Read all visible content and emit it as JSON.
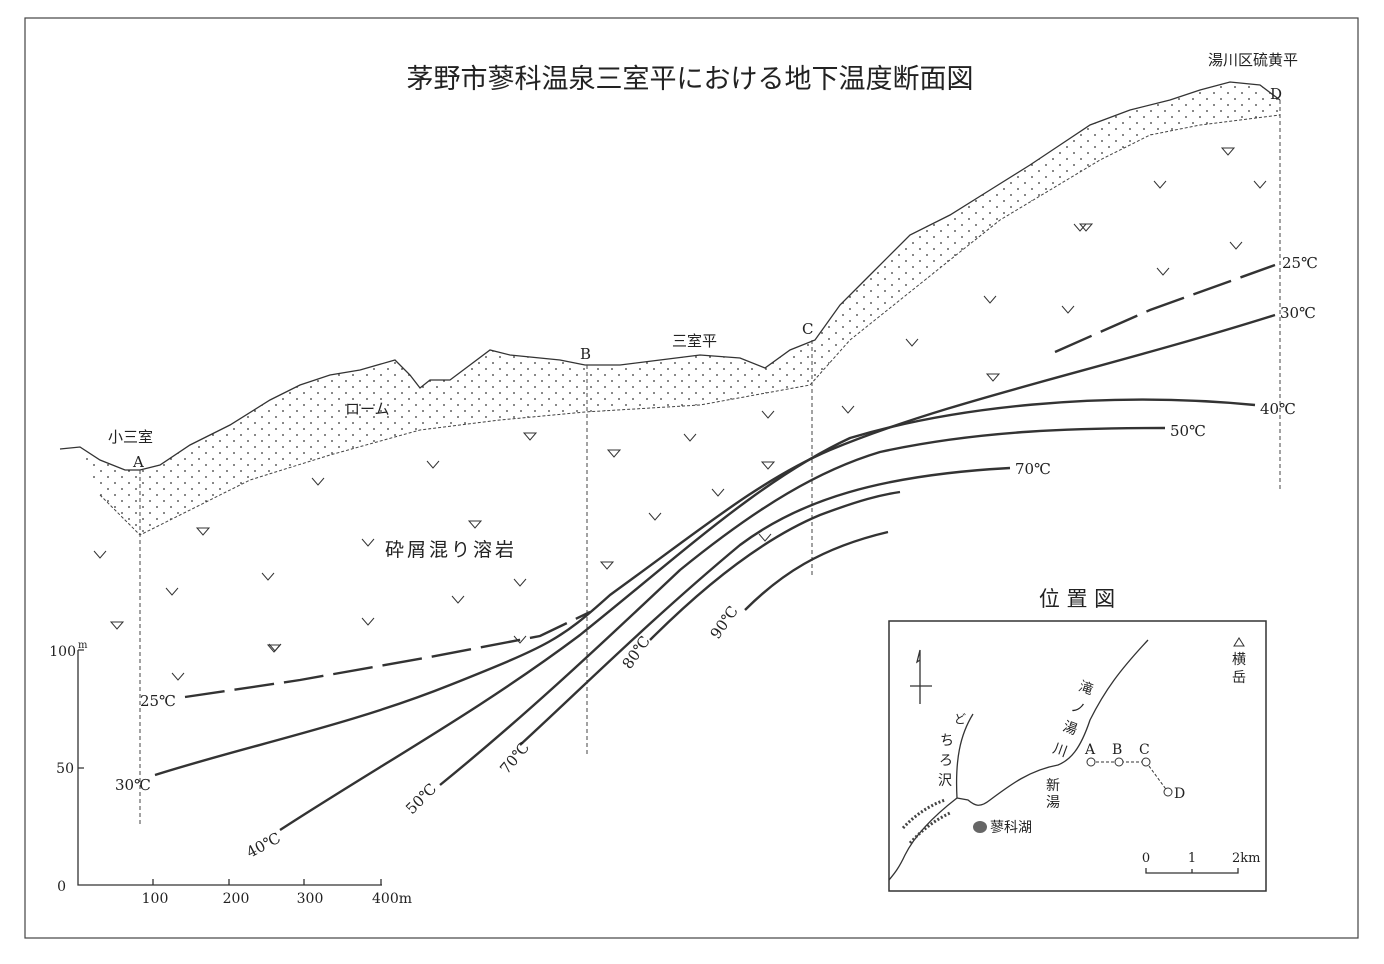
{
  "title": "茅野市蓼科温泉三室平における地下温度断面図",
  "place_labels": {
    "komimuro": "小三室",
    "mimurodaira": "三室平",
    "yukawa": "湯川区硫黄平",
    "loam": "ローム",
    "lava": "砕屑混り溶岩"
  },
  "section_points": {
    "a": "A",
    "b": "B",
    "c": "C",
    "d": "D"
  },
  "isotherms": {
    "t25_left": "25℃",
    "t30_left": "30℃",
    "t40_left": "40℃",
    "t50_left": "50℃",
    "t70_left": "70℃",
    "t80": "80℃",
    "t90": "90℃",
    "t25_right": "25℃",
    "t30_right": "30℃",
    "t40_right": "40℃",
    "t50_right": "50℃",
    "t70_right": "70℃"
  },
  "scale_axis": {
    "y_ticks": [
      "0",
      "50",
      "100"
    ],
    "y_unit": "m",
    "x_ticks": [
      "100",
      "200",
      "300",
      "400m"
    ]
  },
  "location_map": {
    "title": "位 置 図",
    "yokodake": [
      "横",
      "岳"
    ],
    "takinoyu": [
      "滝",
      "ノ",
      "湯",
      "川"
    ],
    "shinyu": [
      "新",
      "湯"
    ],
    "dochirozawa": [
      "ど",
      "ち",
      "ろ",
      "沢"
    ],
    "tateshina_lake": "蓼科湖",
    "points": [
      "A",
      "B",
      "C",
      "D"
    ],
    "scale": [
      "0",
      "1",
      "2km"
    ]
  }
}
